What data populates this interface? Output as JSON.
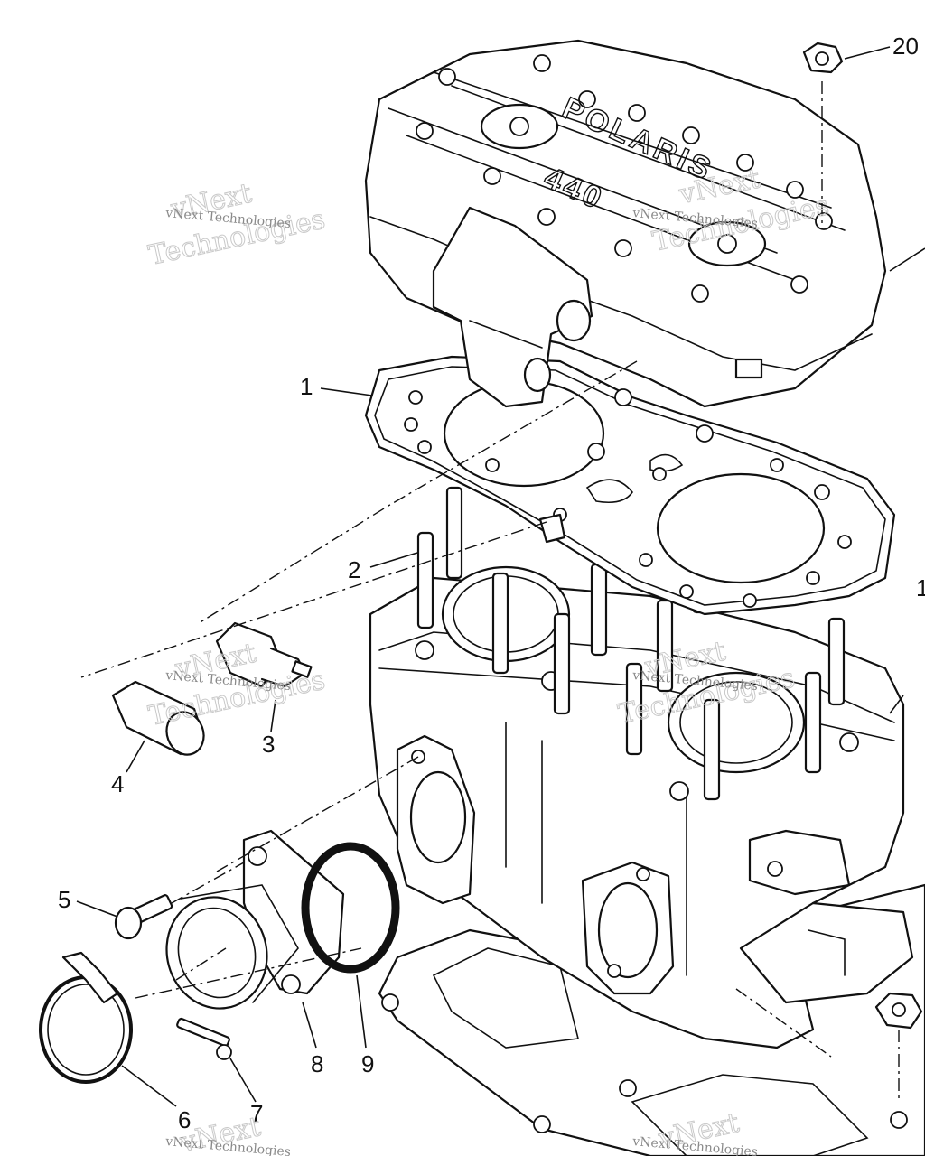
{
  "diagram": {
    "callouts": [
      {
        "id": "1",
        "label": "1"
      },
      {
        "id": "2",
        "label": "2"
      },
      {
        "id": "3",
        "label": "3"
      },
      {
        "id": "4",
        "label": "4"
      },
      {
        "id": "5",
        "label": "5"
      },
      {
        "id": "6",
        "label": "6"
      },
      {
        "id": "7",
        "label": "7"
      },
      {
        "id": "8",
        "label": "8"
      },
      {
        "id": "9",
        "label": "9"
      },
      {
        "id": "20",
        "label": "20"
      },
      {
        "id": "edge",
        "label": "1"
      }
    ],
    "cover_brand": "POLARIS",
    "cover_model": "440",
    "watermark": {
      "line1": "vNext",
      "line2": "Technologies",
      "caption": "vNext Technologies"
    }
  }
}
